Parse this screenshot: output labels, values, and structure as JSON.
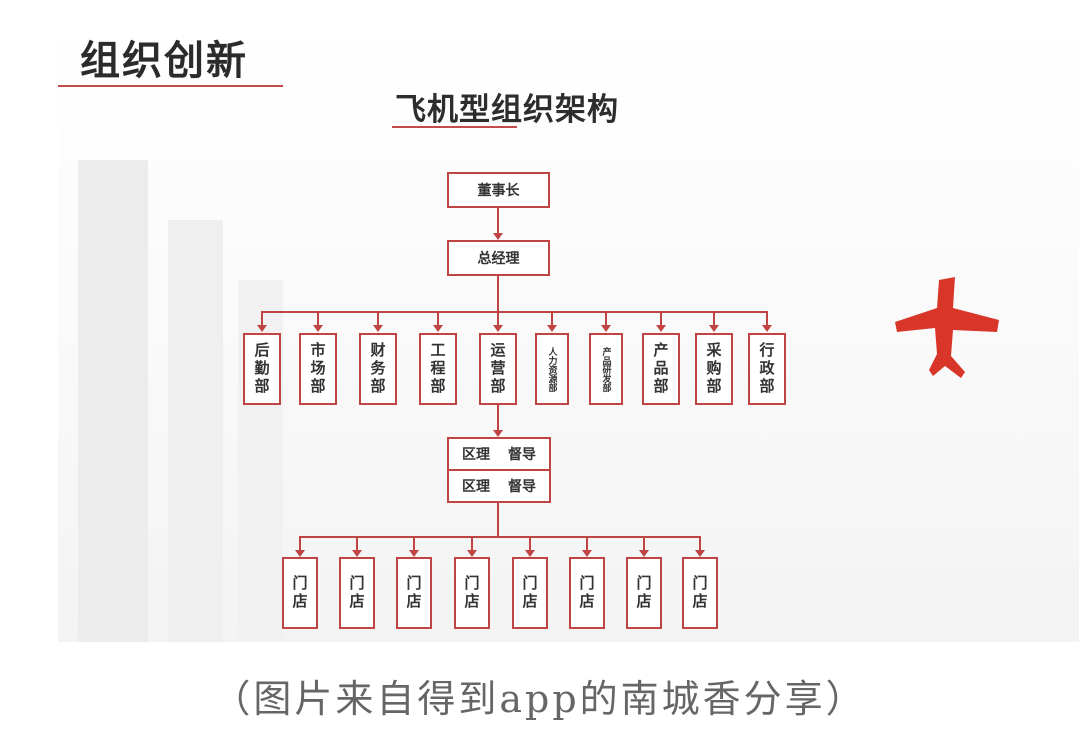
{
  "heading": "组织创新",
  "subtitle": "飞机型组织架构",
  "org": {
    "chairman": "董事长",
    "gm": "总经理",
    "departments": [
      "后勤部",
      "市场部",
      "财务部",
      "工程部",
      "运营部",
      "人力资源部",
      "产品研发部",
      "产品部",
      "采购部",
      "行政部"
    ],
    "district_rows": [
      {
        "left": "区理",
        "right": "督导"
      },
      {
        "left": "区理",
        "right": "督导"
      }
    ],
    "stores": [
      "门店",
      "门店",
      "门店",
      "门店",
      "门店",
      "门店",
      "门店",
      "门店"
    ]
  },
  "caption": "（图片来自得到app的南城香分享）",
  "colors": {
    "accent": "#c04444",
    "plane": "#d9362a"
  },
  "icons": {
    "plane": "airplane-icon"
  }
}
